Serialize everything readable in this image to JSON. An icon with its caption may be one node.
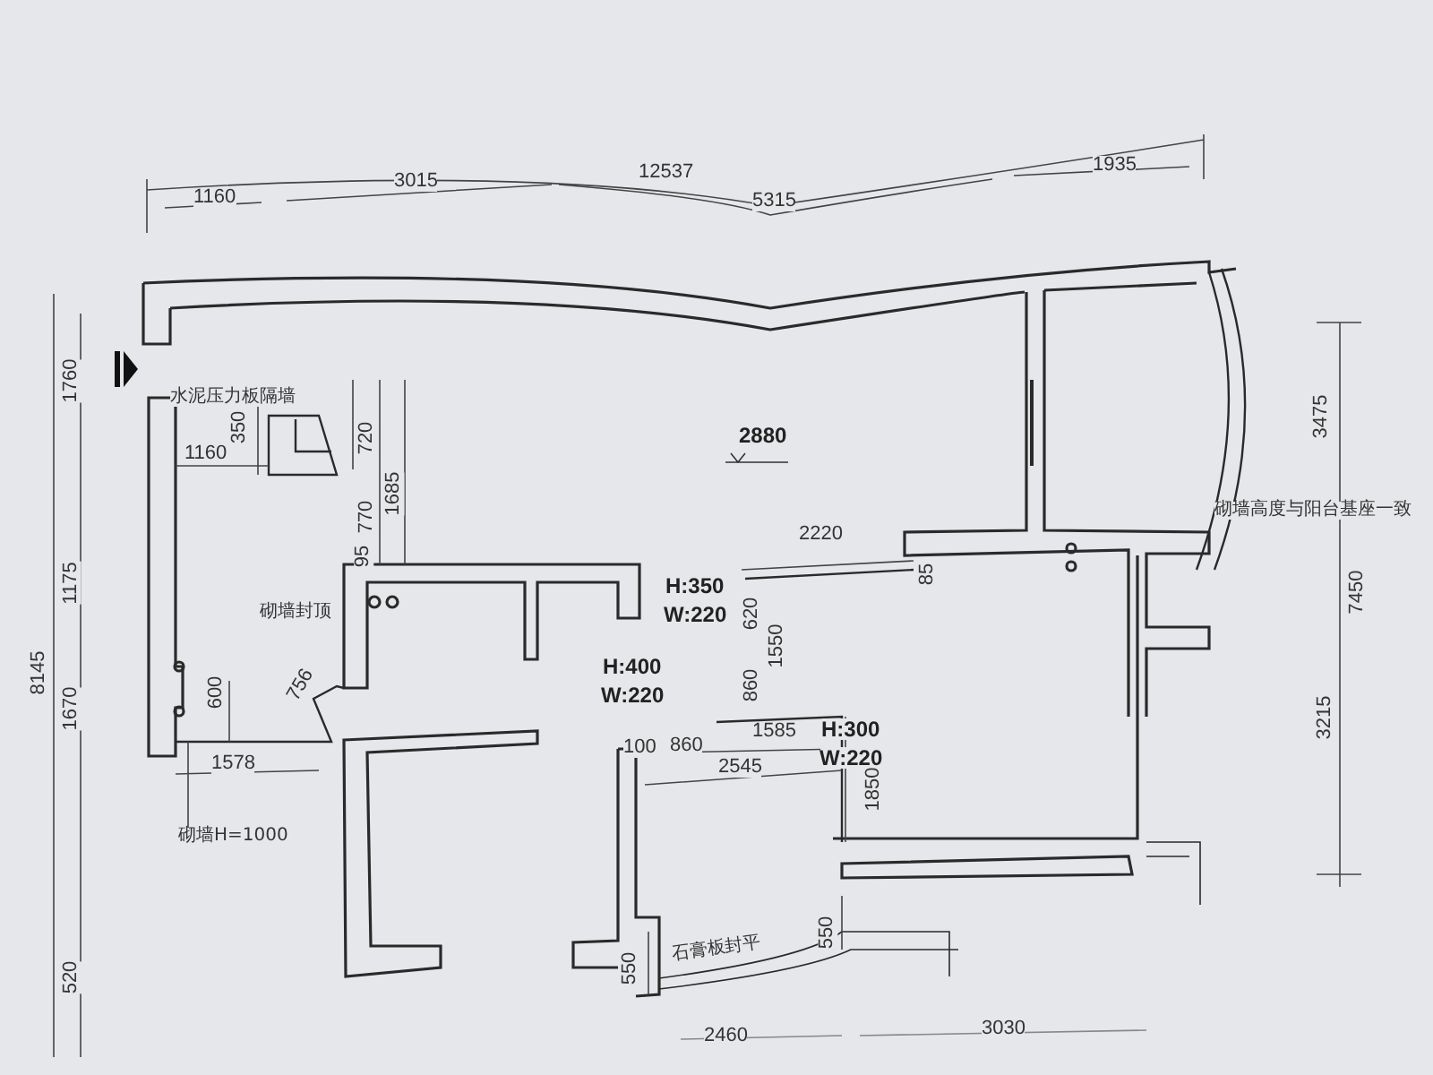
{
  "diagram": {
    "labels": [
      "12537",
      "1160",
      "3015",
      "5315",
      "1935",
      "8145",
      "1760",
      "1175",
      "1670",
      "520",
      "水泥压力板隔墙",
      "350",
      "1160",
      "720",
      "1685",
      "770",
      "95",
      "2880",
      "2220",
      "85",
      "H:350",
      "W:220",
      "620",
      "砌墙封顶",
      "H:400",
      "W:220",
      "860",
      "1550",
      "756",
      "600",
      "1578",
      "1585",
      "H:300",
      "W:220",
      "100",
      "860",
      "2545",
      "1850",
      "砌墙H=1000",
      "石膏板封平",
      "550",
      "550",
      "2460",
      "3030",
      "砌墙高度与阳台基座一致",
      "3475",
      "7450",
      "3215"
    ]
  }
}
